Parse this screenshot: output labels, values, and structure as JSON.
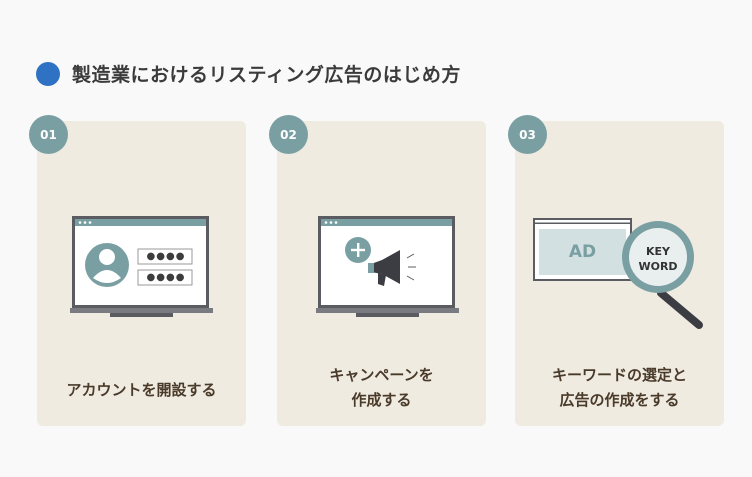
{
  "section": {
    "title": "製造業におけるリスティング広告のはじめ方",
    "accent_color": "#2f72c4"
  },
  "steps": [
    {
      "number": "01",
      "label_lines": [
        "アカウントを開設する"
      ],
      "icon": "laptop-login-icon",
      "password_masks": [
        "●●●●",
        "●●●●"
      ]
    },
    {
      "number": "02",
      "label_lines": [
        "キャンペーンを",
        "作成する"
      ],
      "icon": "laptop-megaphone-icon"
    },
    {
      "number": "03",
      "label_lines": [
        "キーワードの選定と",
        "広告の作成をする"
      ],
      "icon": "ad-keyword-magnifier-icon",
      "ad_text": "AD",
      "keyword_lines": [
        "KEY",
        "WORD"
      ]
    }
  ],
  "colors": {
    "card_bg": "#efebe1",
    "badge": "#7a9fa2",
    "label_text": "#4a3a2a",
    "device_frame": "#5b5c62"
  }
}
